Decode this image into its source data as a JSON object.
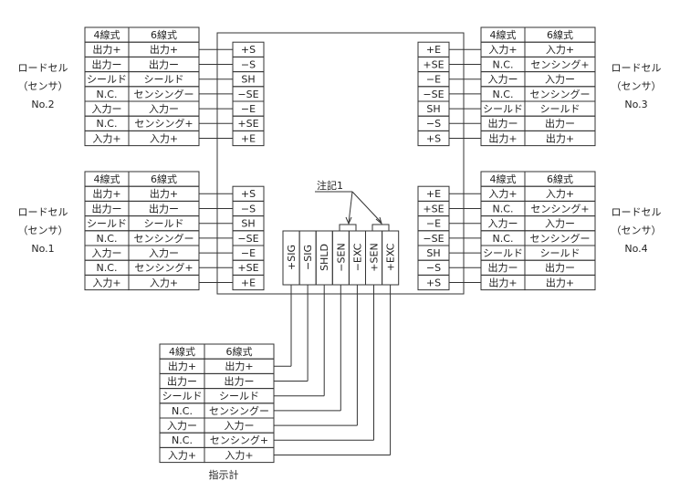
{
  "header": {
    "col4": "4線式",
    "col6": "6線式"
  },
  "rows": [
    [
      "出力+",
      "出力+"
    ],
    [
      "出力ー",
      "出力ー"
    ],
    [
      "シールド",
      "シールド"
    ],
    [
      "N.C.",
      "センシングー"
    ],
    [
      "入力ー",
      "入力ー"
    ],
    [
      "N.C.",
      "センシング+"
    ],
    [
      "入力+",
      "入力+"
    ]
  ],
  "load_cells": [
    {
      "id": "no2",
      "label": [
        "ロードセル",
        "（センサ）",
        "No.2"
      ],
      "terminals": [
        "+S",
        "−S",
        "SH",
        "−SE",
        "−E",
        "+SE",
        "+E"
      ]
    },
    {
      "id": "no1",
      "label": [
        "ロードセル",
        "（センサ）",
        "No.1"
      ],
      "terminals": [
        "+S",
        "−S",
        "SH",
        "−SE",
        "−E",
        "+SE",
        "+E"
      ]
    },
    {
      "id": "no3",
      "label": [
        "ロードセル",
        "（センサ）",
        "No.3"
      ],
      "terminals": [
        "+E",
        "+SE",
        "−E",
        "−SE",
        "SH",
        "−S",
        "+S"
      ]
    },
    {
      "id": "no4",
      "label": [
        "ロードセル",
        "（センサ）",
        "No.4"
      ],
      "terminals": [
        "+E",
        "+SE",
        "−E",
        "−SE",
        "SH",
        "−S",
        "+S"
      ]
    }
  ],
  "right_rows": [
    [
      "入力+",
      "入力+"
    ],
    [
      "N.C.",
      "センシング+"
    ],
    [
      "入力ー",
      "入力ー"
    ],
    [
      "N.C.",
      "センシングー"
    ],
    [
      "シールド",
      "シールド"
    ],
    [
      "出力ー",
      "出力ー"
    ],
    [
      "出力+",
      "出力+"
    ]
  ],
  "indicator": {
    "label": "指示計",
    "terminals": [
      "+SIG",
      "−SIG",
      "SHLD",
      "−SEN",
      "−EXC",
      "+SEN",
      "+EXC"
    ]
  },
  "note": "注記1"
}
